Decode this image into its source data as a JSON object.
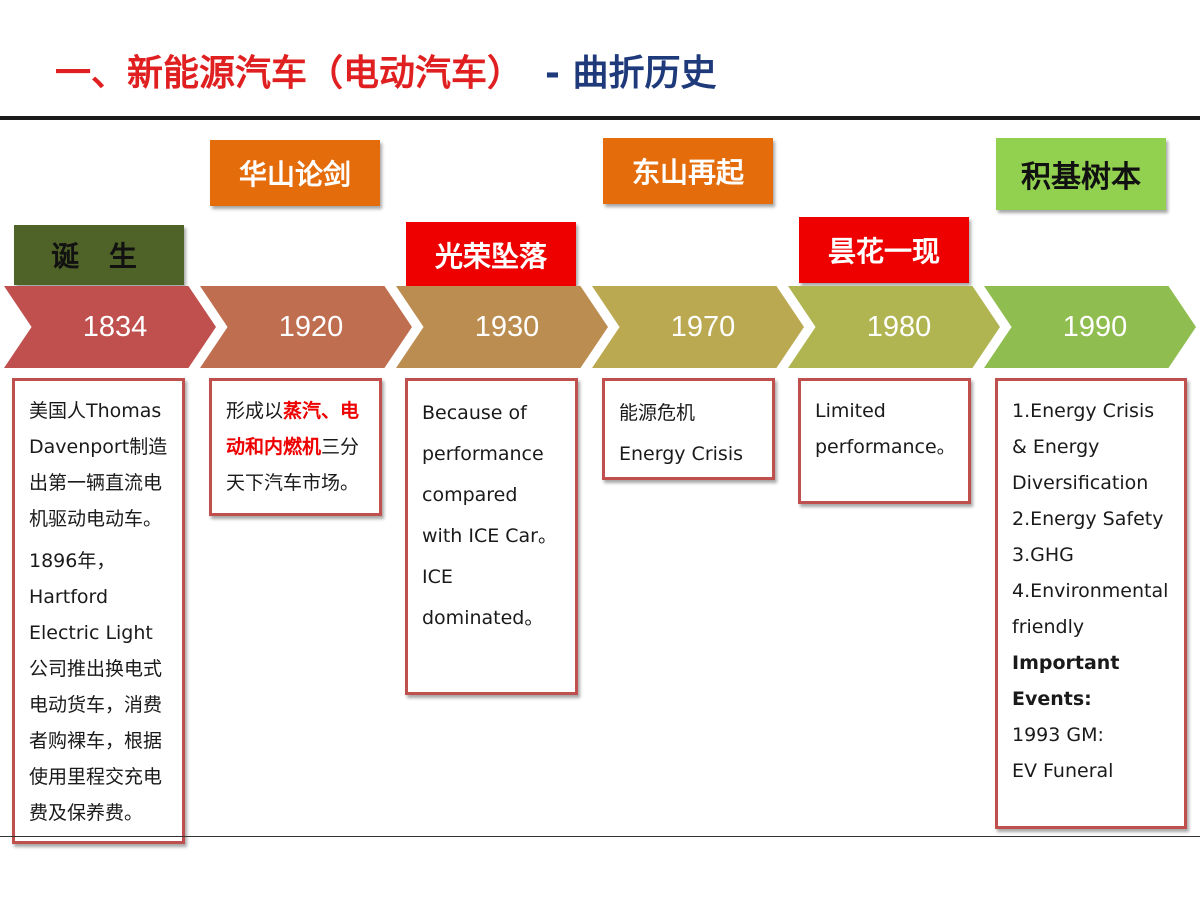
{
  "title": {
    "red": "一、新能源汽车（电动汽车）",
    "dash": "-",
    "navy": "曲折历史"
  },
  "labels": {
    "birth": "诞 生",
    "l1920": "华山论剑",
    "l1930": "光荣坠落",
    "l1970": "东山再起",
    "l1980": "昙花一现",
    "l1990": "积基树本"
  },
  "timeline": {
    "y1834": "1834",
    "y1920": "1920",
    "y1930": "1930",
    "y1970": "1970",
    "y1980": "1980",
    "y1990": "1990"
  },
  "colors": {
    "chevrons": [
      "#c0504d",
      "#bf6e4f",
      "#bc8d50",
      "#bba951",
      "#b0b551",
      "#8fbd50"
    ],
    "card_border": "#c0504d",
    "orange_label": "#e46c0a",
    "red_label": "#ee0000",
    "olive_label": "#4f6228",
    "green_label": "#92d050"
  },
  "cards": {
    "c1834": {
      "p1": "美国人Thomas Davenport制造出第一辆直流电机驱动电动车。",
      "p2": "1896年，Hartford Electric Light公司推出换电式电动货车，消费者购裸车，根据使用里程交充电费及保养费。"
    },
    "c1920": {
      "pre": "形成以",
      "highlight": "蒸汽、电动和内燃机",
      "post": "三分天下汽车市场。"
    },
    "c1930": {
      "p1": "Because of performance compared with ICE Car。",
      "p2": "ICE dominated。"
    },
    "c1970": {
      "p1": "能源危机",
      "p2": "Energy Crisis"
    },
    "c1980": {
      "p1": "Limited performance。"
    },
    "c1990": {
      "p1": "1.Energy Crisis & Energy Diversification",
      "p2": "2.Energy Safety",
      "p3": "3.GHG",
      "p4": "4.Environmental friendly",
      "p5": "Important Events:",
      "p6": "1993 GM:",
      "p7": "EV Funeral"
    }
  }
}
